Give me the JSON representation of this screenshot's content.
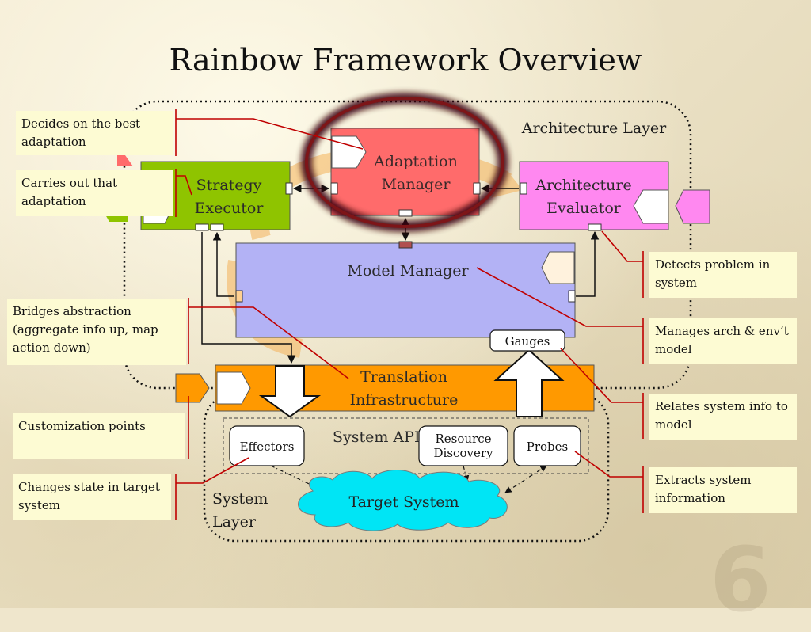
{
  "title": "Rainbow Framework Overview",
  "page_number": "6",
  "layers": {
    "architecture": "Architecture Layer",
    "system": "System\nLayer",
    "system_api": "System API"
  },
  "components": {
    "adaptation_manager": "Adaptation\nManager",
    "strategy_executor": "Strategy\nExecutor",
    "architecture_evaluator": "Architecture\nEvaluator",
    "model_manager": "Model Manager",
    "translation_infrastructure": "Translation\nInfrastructure",
    "gauges": "Gauges",
    "effectors": "Effectors",
    "resource_discovery": "Resource\nDiscovery",
    "probes": "Probes",
    "target_system": "Target System"
  },
  "callouts": [
    {
      "id": "decides",
      "text": "Decides on the best adaptation"
    },
    {
      "id": "carries",
      "text": "Carries out that adaptation"
    },
    {
      "id": "bridges",
      "text": "Bridges abstraction (aggregate info up, map action down)"
    },
    {
      "id": "customization",
      "text": "Customization points"
    },
    {
      "id": "changes",
      "text": "Changes state in target system"
    },
    {
      "id": "detects",
      "text": "Detects problem in system"
    },
    {
      "id": "manages",
      "text": "Manages arch & env’t model"
    },
    {
      "id": "relates",
      "text": "Relates system info to model"
    },
    {
      "id": "extracts",
      "text": "Extracts system information"
    }
  ],
  "colors": {
    "adaptation_manager": "#ff6b6b",
    "strategy_executor": "#8fc400",
    "architecture_evaluator": "#ff88f0",
    "model_manager": "#b3b2f5",
    "translation_infrastructure": "#ff9900",
    "target_system": "#00e5f5",
    "callout_line": "#c00000",
    "highlight_ring": "#6b0f12"
  }
}
